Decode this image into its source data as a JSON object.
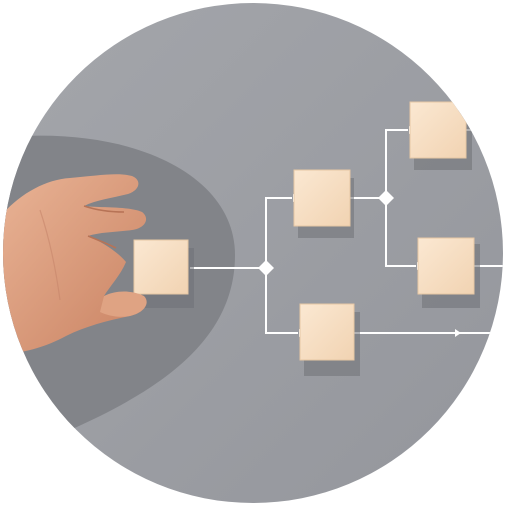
{
  "diagram": {
    "nodes": [
      {
        "id": "held-block"
      },
      {
        "id": "block-upper"
      },
      {
        "id": "block-lower"
      },
      {
        "id": "block-top-right"
      },
      {
        "id": "block-mid-right"
      }
    ],
    "junctions": [
      {
        "id": "junction-left"
      },
      {
        "id": "junction-upper"
      }
    ],
    "edges": [
      {
        "from": "held-block",
        "to": "junction-left"
      },
      {
        "from": "junction-left",
        "to": "block-upper"
      },
      {
        "from": "junction-left",
        "to": "block-lower"
      },
      {
        "from": "block-upper",
        "to": "junction-upper"
      },
      {
        "from": "junction-upper",
        "to": "block-top-right"
      },
      {
        "from": "junction-upper",
        "to": "block-mid-right"
      },
      {
        "from": "block-top-right",
        "to": "offscreen-right"
      },
      {
        "from": "block-mid-right",
        "to": "offscreen-right"
      },
      {
        "from": "block-lower",
        "to": "offscreen-right"
      }
    ]
  },
  "colors": {
    "background": "#9b9da3",
    "shadow_region": "#7f8186",
    "block_fill": "#f6dec2",
    "block_shadow": "#6c6e73",
    "connector": "#ffffff",
    "skin": "#d99a7a"
  },
  "icons": {
    "hand": "hand-pinch-icon",
    "arrow": "arrowhead-icon",
    "junction": "diamond-junction-icon"
  }
}
